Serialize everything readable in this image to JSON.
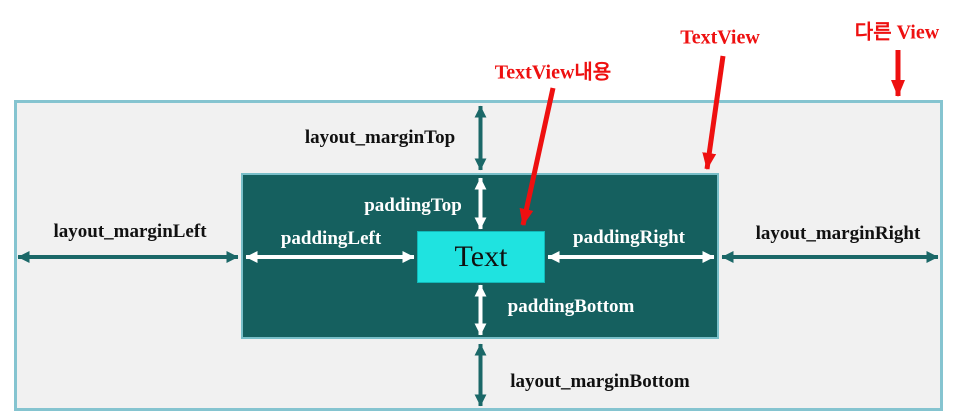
{
  "annotations": {
    "content_label": "TextView내용",
    "textview_label": "TextView",
    "other_view_label": "다른 View"
  },
  "textview": {
    "content_text": "Text",
    "margin": {
      "top": "layout_marginTop",
      "left": "layout_marginLeft",
      "right": "layout_marginRight",
      "bottom": "layout_marginBottom"
    },
    "padding": {
      "top": "paddingTop",
      "left": "paddingLeft",
      "right": "paddingRight",
      "bottom": "paddingBottom"
    }
  },
  "colors": {
    "outer_fill": "#f1f1f1",
    "outer_border": "#85c4d0",
    "textview_fill": "#15605f",
    "textview_border": "#79bfc9",
    "content_fill": "#1fe3e0",
    "arrow_teal": "#1b6868",
    "annotation_red": "#ee1010",
    "label_black": "#111111"
  }
}
